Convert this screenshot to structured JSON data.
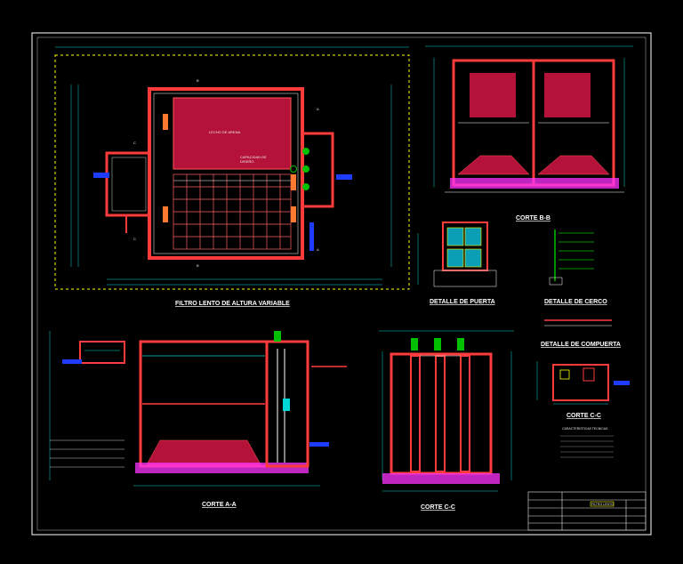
{
  "sheet": {
    "colors": {
      "background": "#000000",
      "frame": "#ffffff",
      "wall": "#ff3b3b",
      "water_fill": "#b5123a",
      "dimension": "#00d7d7",
      "accent_yellow": "#ffff00",
      "accent_blue": "#1e3cff",
      "accent_green": "#00c000",
      "accent_magenta": "#ff33ff"
    }
  },
  "labels": {
    "plan_title": "FILTRO LENTO DE ALTURA VARIABLE",
    "corte_aa": "CORTE A-A",
    "corte_bb": "CORTE B-B",
    "corte_cc_small": "CORTE C-C",
    "corte_cc": "CORTE C-C",
    "detalle_puerta": "DETALLE DE PUERTA",
    "detalle_cerco": "DETALLE DE CERCO",
    "detalle_compuerta": "DETALLE DE COMPUERTA",
    "filtro_lento_box": "FILTRO LENTO"
  }
}
